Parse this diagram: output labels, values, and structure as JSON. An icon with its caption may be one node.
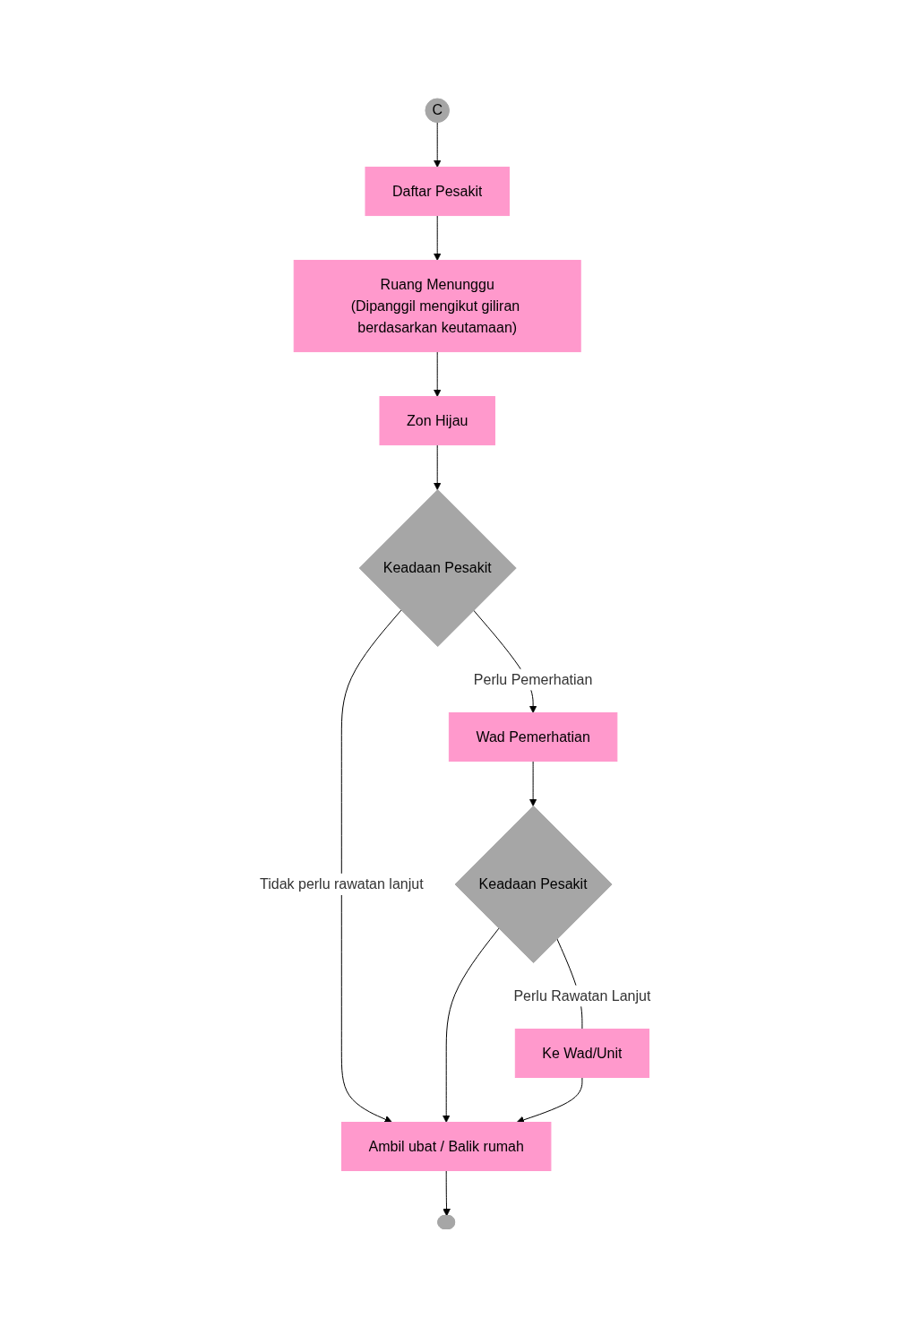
{
  "diagram": {
    "nodes": [
      {
        "text": [
          "C"
        ]
      },
      {
        "text": [
          "Daftar Pesakit"
        ]
      },
      {
        "text": [
          "Ruang Menunggu",
          "(Dipanggil mengikut giliran berdasarkan keutamaan)"
        ]
      },
      {
        "text": [
          "Zon Hijau"
        ]
      },
      {
        "text": [
          "Keadaan Pesakit"
        ]
      },
      {
        "text": [
          "Wad Pemerhatian"
        ]
      },
      {
        "text": [
          "Keadaan Pesakit"
        ]
      },
      {
        "text": [
          "Ke Wad/Unit"
        ]
      },
      {
        "text": [
          "Ambil ubat / Balik rumah"
        ]
      },
      {
        "text": [],
        "shape": "circle"
      }
    ],
    "edges": [
      {
        "from": 0,
        "to": 1,
        "arrow": "to"
      },
      {
        "from": 1,
        "to": 2,
        "arrow": "to"
      },
      {
        "from": 2,
        "to": 3,
        "arrow": "to"
      },
      {
        "from": 3,
        "to": 4,
        "arrow": "to"
      },
      {
        "from": 4,
        "to": 8,
        "arrow": "to",
        "label": "Tidak perlu rawatan lanjut"
      },
      {
        "from": 4,
        "to": 5,
        "arrow": "to",
        "label": "Perlu Pemerhatian"
      },
      {
        "from": 5,
        "to": 6,
        "arrow": "to"
      },
      {
        "from": 6,
        "to": 7,
        "arrow": "none",
        "label": "Perlu Rawatan Lanjut"
      },
      {
        "from": 6,
        "to": 8,
        "arrow": "to"
      },
      {
        "from": 7,
        "to": 8,
        "arrow": "to"
      },
      {
        "from": 8,
        "to": 9,
        "arrow": "to"
      }
    ]
  }
}
